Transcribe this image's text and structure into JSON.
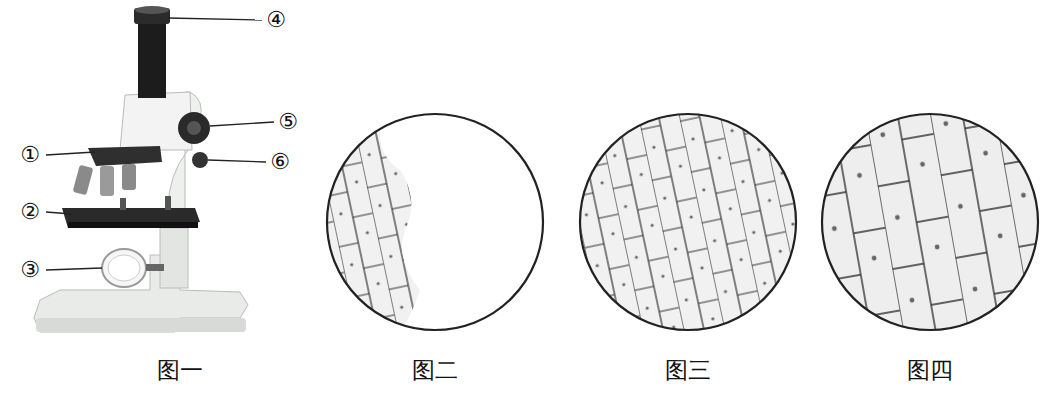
{
  "diagram": {
    "labels": [
      "④",
      "①",
      "⑤",
      "⑥",
      "②",
      "③",
      "图一",
      "图二",
      "图三",
      "图四"
    ]
  }
}
